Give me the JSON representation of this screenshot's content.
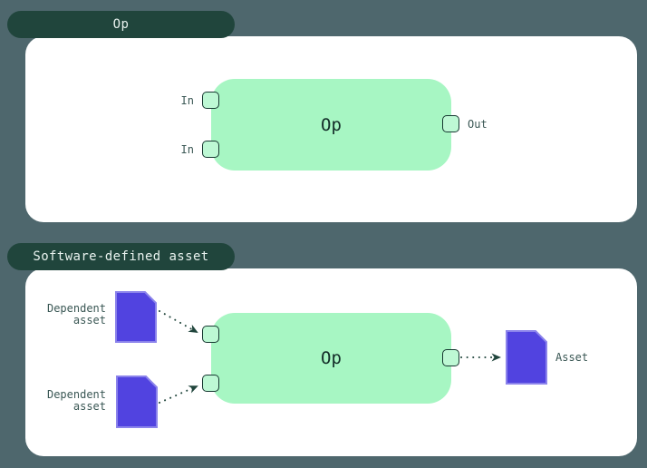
{
  "colors": {
    "background": "#4e676d",
    "tab_bg": "#20453c",
    "tab_text": "#e8f1ee",
    "panel_bg": "#ffffff",
    "op_box": "#a7f6c3",
    "handle_fill": "#bdf8d4",
    "handle_border": "#173831",
    "doc_fill": "#5143e0",
    "doc_border": "#8b83eb",
    "arrow_color": "#20453c",
    "label_text": "#3a5754",
    "op_text": "#122b27"
  },
  "op_section": {
    "tab_label": "Op",
    "node_title": "Op",
    "input_labels": [
      "In",
      "In"
    ],
    "output_label": "Out"
  },
  "sda_section": {
    "tab_label": "Software-defined asset",
    "node_title": "Op",
    "dependent_asset_labels": [
      "Dependent asset",
      "Dependent asset"
    ],
    "output_asset_label": "Asset"
  }
}
